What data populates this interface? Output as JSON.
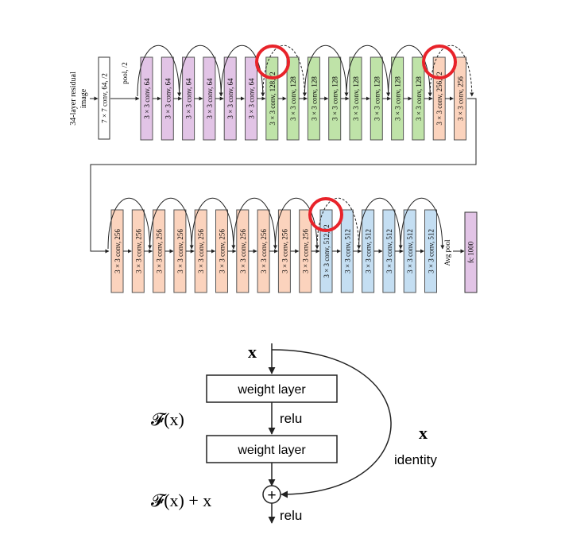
{
  "network": {
    "side_label_line1": "34-layer residual",
    "side_label_line2": "image",
    "input_conv": "7 × 7 conv, 64, /2",
    "pool": "pool, /2",
    "row1": [
      {
        "label": "3 × 3 conv, 64",
        "color": "#e2c4e6"
      },
      {
        "label": "3 × 3 conv, 64",
        "color": "#e2c4e6"
      },
      {
        "label": "3 × 3 conv, 64",
        "color": "#e2c4e6"
      },
      {
        "label": "3 × 3 conv, 64",
        "color": "#e2c4e6"
      },
      {
        "label": "3 × 3 conv, 64",
        "color": "#e2c4e6"
      },
      {
        "label": "3 × 3 conv, 64",
        "color": "#e2c4e6"
      },
      {
        "label": "3 × 3 conv, 128, /2",
        "color": "#bfe3a8"
      },
      {
        "label": "3 × 3 conv, 128",
        "color": "#bfe3a8"
      },
      {
        "label": "3 × 3 conv, 128",
        "color": "#bfe3a8"
      },
      {
        "label": "3 × 3 conv, 128",
        "color": "#bfe3a8"
      },
      {
        "label": "3 × 3 conv, 128",
        "color": "#bfe3a8"
      },
      {
        "label": "3 × 3 conv, 128",
        "color": "#bfe3a8"
      },
      {
        "label": "3 × 3 conv, 128",
        "color": "#bfe3a8"
      },
      {
        "label": "3 × 3 conv, 128",
        "color": "#bfe3a8"
      },
      {
        "label": "3 × 3 conv, 256, /2",
        "color": "#fbd3bd"
      },
      {
        "label": "3 × 3 conv, 256",
        "color": "#fbd3bd"
      }
    ],
    "row1_skips": [
      {
        "dashed": false
      },
      {
        "dashed": false
      },
      {
        "dashed": false
      },
      {
        "dashed": true
      },
      {
        "dashed": false
      },
      {
        "dashed": false
      },
      {
        "dashed": false
      },
      {
        "dashed": true
      }
    ],
    "row2": [
      {
        "label": "3 × 3 conv, 256",
        "color": "#fbd3bd"
      },
      {
        "label": "3 × 3 conv, 256",
        "color": "#fbd3bd"
      },
      {
        "label": "3 × 3 conv, 256",
        "color": "#fbd3bd"
      },
      {
        "label": "3 × 3 conv, 256",
        "color": "#fbd3bd"
      },
      {
        "label": "3 × 3 conv, 256",
        "color": "#fbd3bd"
      },
      {
        "label": "3 × 3 conv, 256",
        "color": "#fbd3bd"
      },
      {
        "label": "3 × 3 conv, 256",
        "color": "#fbd3bd"
      },
      {
        "label": "3 × 3 conv, 256",
        "color": "#fbd3bd"
      },
      {
        "label": "3 × 3 conv, 256",
        "color": "#fbd3bd"
      },
      {
        "label": "3 × 3 conv, 256",
        "color": "#fbd3bd"
      },
      {
        "label": "3 × 3 conv, 512, /2",
        "color": "#c4def2"
      },
      {
        "label": "3 × 3 conv, 512",
        "color": "#c4def2"
      },
      {
        "label": "3 × 3 conv, 512",
        "color": "#c4def2"
      },
      {
        "label": "3 × 3 conv, 512",
        "color": "#c4def2"
      },
      {
        "label": "3 × 3 conv, 512",
        "color": "#c4def2"
      },
      {
        "label": "3 × 3 conv, 512",
        "color": "#c4def2"
      }
    ],
    "row2_skips": [
      {
        "dashed": false
      },
      {
        "dashed": false
      },
      {
        "dashed": false
      },
      {
        "dashed": false
      },
      {
        "dashed": false
      },
      {
        "dashed": true
      },
      {
        "dashed": false
      },
      {
        "dashed": false
      }
    ],
    "avg_pool": "Avg pool",
    "fc": {
      "label": "fc 1000",
      "color": "#e2c4e6"
    },
    "highlight_color": "#e8232a"
  },
  "block": {
    "input_x": "x",
    "weight_layer_1": "weight layer",
    "relu_mid": "relu",
    "weight_layer_2": "weight layer",
    "fx_label": "𝓕(x)",
    "sum_label": "𝓕(x) + x",
    "sum_symbol": "+",
    "relu_out": "relu",
    "identity_x": "x",
    "identity_label": "identity"
  }
}
